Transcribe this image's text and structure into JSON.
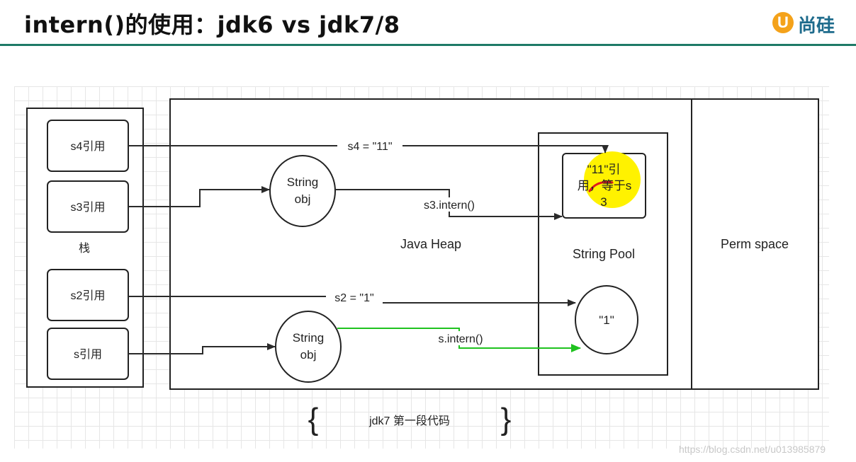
{
  "header": {
    "title": "intern()的使用：jdk6 vs jdk7/8",
    "logo_text": "尚硅"
  },
  "diagram": {
    "stack_items": [
      "s4引用",
      "s3引用",
      "s2引用",
      "s引用"
    ],
    "stack_label": "栈",
    "heap_label": "Java Heap",
    "pool_label": "String Pool",
    "perm_label": "Perm space",
    "string_obj_1": [
      "String",
      "obj"
    ],
    "string_obj_2": [
      "String",
      "obj"
    ],
    "pool_box_lines": [
      "\"11\"引",
      "用，等于s",
      "3"
    ],
    "pool_circle": "\"1\"",
    "edge_labels": {
      "s4": "s4 = \"11\"",
      "s3_intern": "s3.intern()",
      "s2": "s2 = \"1\"",
      "s_intern": "s.intern()"
    },
    "caption": "jdk7 第一段代码"
  },
  "colors": {
    "header_rule": "#1e7a67",
    "highlight": "#fff200",
    "green_arrow": "#1fc21f",
    "red_mark": "#e0191e"
  },
  "watermark": "https://blog.csdn.net/u013985879"
}
